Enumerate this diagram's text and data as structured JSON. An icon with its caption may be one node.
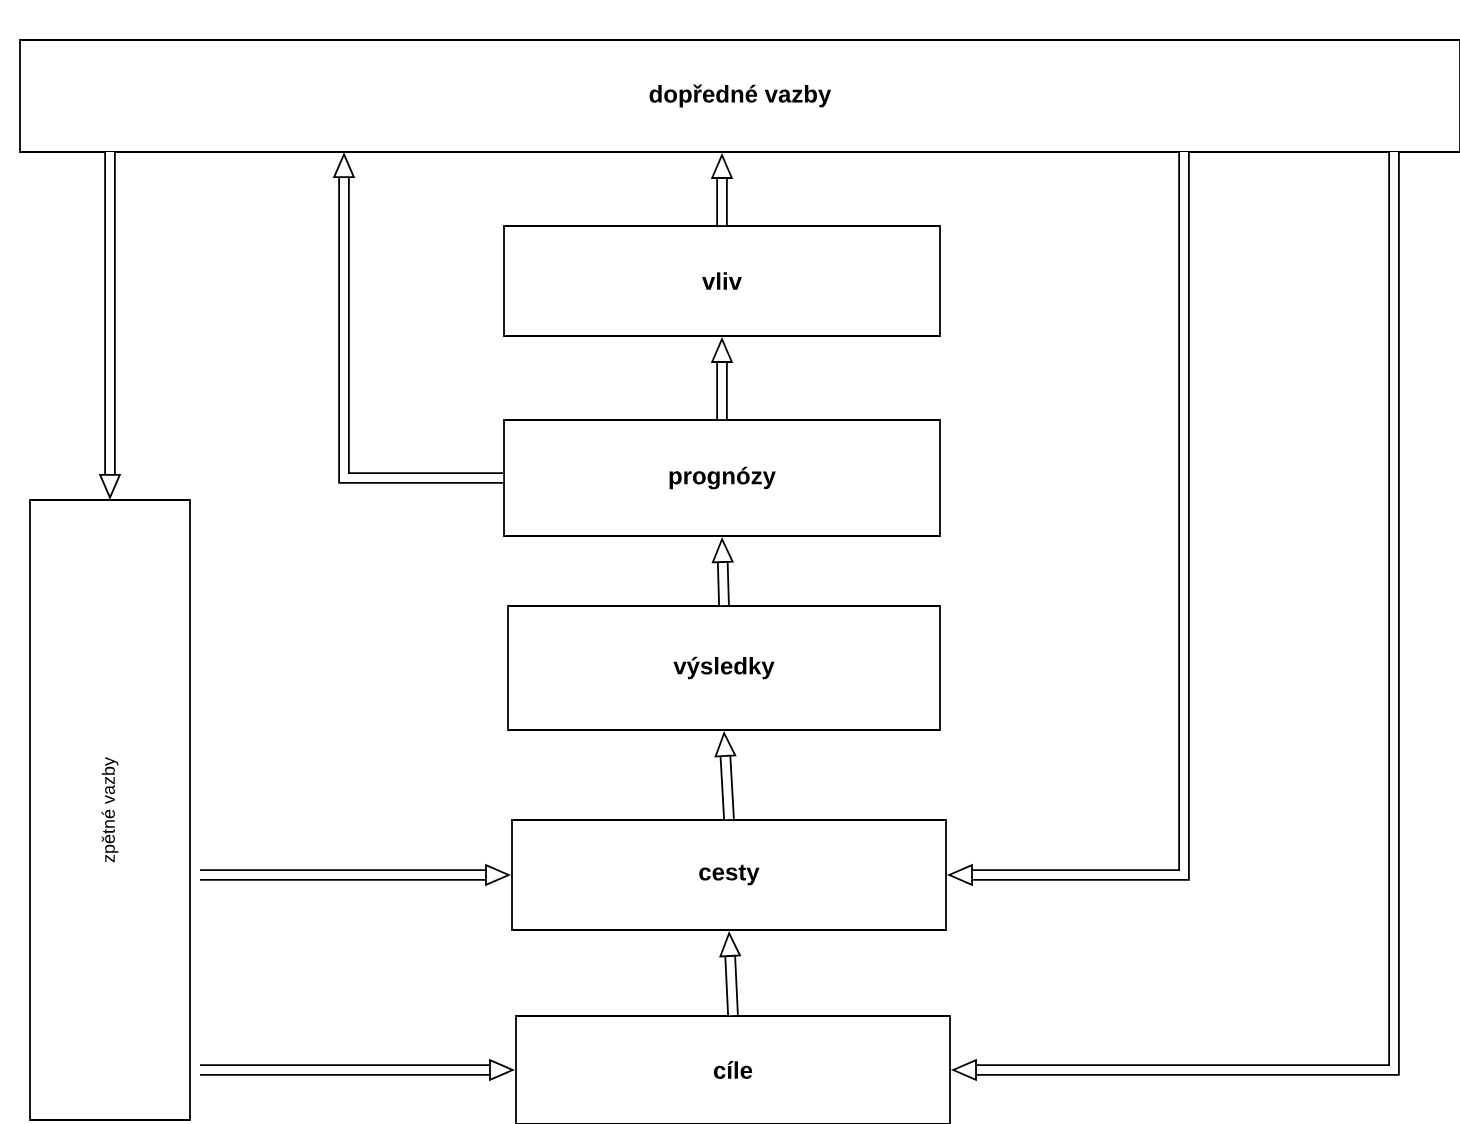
{
  "diagram": {
    "nodes": [
      {
        "text": [
          "dopředné vazby"
        ]
      },
      {
        "text": [
          "zpětné vazby"
        ]
      },
      {
        "text": [
          "vliv"
        ]
      },
      {
        "text": [
          "prognózy"
        ]
      },
      {
        "text": [
          "výsledky"
        ]
      },
      {
        "text": [
          "cesty"
        ]
      },
      {
        "text": [
          "cíle"
        ]
      }
    ],
    "edges": [
      {
        "from": 6,
        "to": 5,
        "arrow": "to"
      },
      {
        "from": 5,
        "to": 4,
        "arrow": "to"
      },
      {
        "from": 4,
        "to": 3,
        "arrow": "to"
      },
      {
        "from": 3,
        "to": 2,
        "arrow": "to"
      },
      {
        "from": 2,
        "to": 0,
        "arrow": "to"
      },
      {
        "from": 3,
        "to": 0,
        "arrow": "to"
      },
      {
        "from": 0,
        "to": 1,
        "arrow": "to"
      },
      {
        "from": 1,
        "to": 5,
        "arrow": "to"
      },
      {
        "from": 1,
        "to": 6,
        "arrow": "to"
      },
      {
        "from": 0,
        "to": 5,
        "arrow": "to"
      },
      {
        "from": 0,
        "to": 6,
        "arrow": "to"
      }
    ]
  }
}
